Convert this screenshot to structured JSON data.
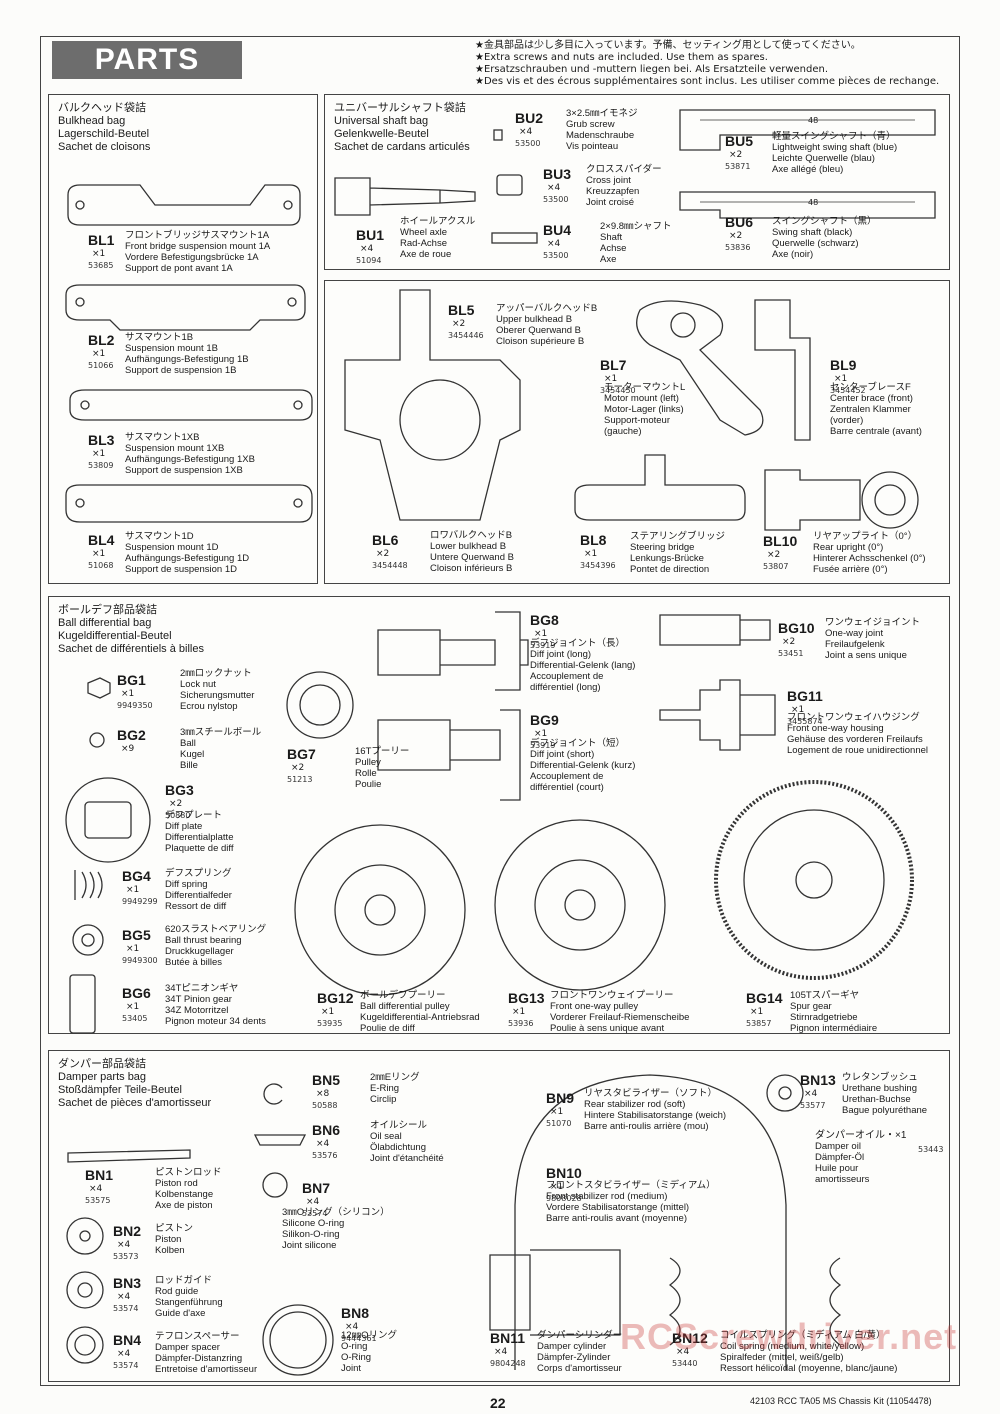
{
  "header": {
    "title": "PARTS",
    "notes": [
      "★金具部品は少し多目に入っています。予備、セッティング用として使ってください。",
      "★Extra screws and nuts are included. Use them as spares.",
      "★Ersatzschrauben und -muttern liegen bei. Als Ersatzteile verwenden.",
      "★Des vis et des écrous supplémentaires sont inclus. Les utiliser comme pièces de rechange."
    ]
  },
  "bulkhead_bag": [
    "バルクヘッド袋詰",
    "Bulkhead bag",
    "Lagerschild-Beutel",
    "Sachet de cloisons"
  ],
  "shaft_bag": [
    "ユニバーサルシャフト袋詰",
    "Universal shaft bag",
    "Gelenkwelle-Beutel",
    "Sachet de cardans articulés"
  ],
  "diff_bag": [
    "ボールデフ部品袋詰",
    "Ball differential bag",
    "Kugeldifferential-Beutel",
    "Sachet de différentiels à billes"
  ],
  "damper_bag": [
    "ダンパー部品袋詰",
    "Damper parts bag",
    "Stoßdämpfer Teile-Beutel",
    "Sachet de pièces d'amortisseur"
  ],
  "parts": [
    {
      "code": "BL1",
      "qty": "×1",
      "pn": "53685",
      "desc": [
        "フロントブリッジサスマウント1A",
        "Front bridge suspension mount 1A",
        "Vordere Befestigungsbrücke 1A",
        "Support de pont avant 1A"
      ]
    },
    {
      "code": "BL2",
      "qty": "×1",
      "pn": "51066",
      "desc": [
        "サスマウント1B",
        "Suspension mount 1B",
        "Aufhängungs-Befestigung 1B",
        "Support de suspension 1B"
      ]
    },
    {
      "code": "BL3",
      "qty": "×1",
      "pn": "53809",
      "desc": [
        "サスマウント1XB",
        "Suspension mount 1XB",
        "Aufhängungs-Befestigung 1XB",
        "Support de suspension 1XB"
      ]
    },
    {
      "code": "BL4",
      "qty": "×1",
      "pn": "51068",
      "desc": [
        "サスマウント1D",
        "Suspension mount 1D",
        "Aufhängungs-Befestigung 1D",
        "Support de suspension 1D"
      ]
    },
    {
      "code": "BL5",
      "qty": "×2",
      "pn": "3454446",
      "desc": [
        "アッパーバルクヘッドB",
        "Upper bulkhead B",
        "Oberer Querwand B",
        "Cloison supérieure B"
      ]
    },
    {
      "code": "BL6",
      "qty": "×2",
      "pn": "3454448",
      "desc": [
        "ロワバルクヘッドB",
        "Lower bulkhead B",
        "Untere Querwand B",
        "Cloison inférieurs B"
      ]
    },
    {
      "code": "BL7",
      "qty": "×1",
      "pn": "3454450",
      "desc": [
        "モーターマウントL",
        "Motor mount (left)",
        "Motor-Lager (links)",
        "Support-moteur",
        "(gauche)"
      ]
    },
    {
      "code": "BL8",
      "qty": "×1",
      "pn": "3454396",
      "desc": [
        "ステアリングブリッジ",
        "Steering bridge",
        "Lenkungs-Brücke",
        "Pontet de direction"
      ]
    },
    {
      "code": "BL9",
      "qty": "×1",
      "pn": "3454452",
      "desc": [
        "センターブレースF",
        "Center brace (front)",
        "Zentralen Klammer",
        "(vorder)",
        "Barre centrale (avant)"
      ]
    },
    {
      "code": "BL10",
      "qty": "×2",
      "pn": "53807",
      "desc": [
        "リヤアップライト（0°）",
        "Rear upright (0°)",
        "Hinterer Achsschenkel (0°)",
        "Fusée arrière (0°)"
      ]
    },
    {
      "code": "BU1",
      "qty": "×4",
      "pn": "51094",
      "desc": [
        "ホイールアクスル",
        "Wheel axle",
        "Rad-Achse",
        "Axe de roue"
      ]
    },
    {
      "code": "BU2",
      "qty": "×4",
      "pn": "53500",
      "desc": [
        "3×2.5㎜イモネジ",
        "Grub screw",
        "Madenschraube",
        "Vis pointeau"
      ]
    },
    {
      "code": "BU3",
      "qty": "×4",
      "pn": "53500",
      "desc": [
        "クロススパイダー",
        "Cross joint",
        "Kreuzzapfen",
        "Joint croisé"
      ]
    },
    {
      "code": "BU4",
      "qty": "×4",
      "pn": "53500",
      "desc": [
        "2×9.8㎜シャフト",
        "Shaft",
        "Achse",
        "Axe"
      ]
    },
    {
      "code": "BU5",
      "qty": "×2",
      "pn": "53871",
      "desc": [
        "軽量スイングシャフト（青）",
        "Lightweight swing shaft (blue)",
        "Leichte Querwelle (blau)",
        "Axe allégé (bleu)"
      ]
    },
    {
      "code": "BU6",
      "qty": "×2",
      "pn": "53836",
      "desc": [
        "スイングシャフト（黒）",
        "Swing shaft (black)",
        "Querwelle (schwarz)",
        "Axe (noir)"
      ]
    },
    {
      "code": "BG1",
      "qty": "×1",
      "pn": "9949350",
      "desc": [
        "2㎜ロックナット",
        "Lock nut",
        "Sicherungsmutter",
        "Ecrou nylstop"
      ]
    },
    {
      "code": "BG2",
      "qty": "×9",
      "pn": "",
      "desc": [
        "3㎜スチールボール",
        "Ball",
        "Kugel",
        "Bille"
      ]
    },
    {
      "code": "BG3",
      "qty": "×2",
      "pn": "50880",
      "desc": [
        "デフプレート",
        "Diff plate",
        "Differentialplatte",
        "Plaquette de diff"
      ]
    },
    {
      "code": "BG4",
      "qty": "×1",
      "pn": "9949299",
      "desc": [
        "デフスプリング",
        "Diff spring",
        "Differentialfeder",
        "Ressort de diff"
      ]
    },
    {
      "code": "BG5",
      "qty": "×1",
      "pn": "9949300",
      "desc": [
        "620スラストベアリング",
        "Ball thrust bearing",
        "Druckkugellager",
        "Butée à billes"
      ]
    },
    {
      "code": "BG6",
      "qty": "×1",
      "pn": "53405",
      "desc": [
        "34Tピニオンギヤ",
        "34T Pinion gear",
        "34Z Motorritzel",
        "Pignon moteur 34 dents"
      ]
    },
    {
      "code": "BG7",
      "qty": "×2",
      "pn": "51213",
      "desc": [
        "16Tプーリー",
        "Pulley",
        "Rolle",
        "Poulie"
      ]
    },
    {
      "code": "BG8",
      "qty": "×1",
      "pn": "53919",
      "desc": [
        "デフジョイント（長）",
        "Diff joint (long)",
        "Differential-Gelenk (lang)",
        "Accouplement de",
        "différentiel (long)"
      ]
    },
    {
      "code": "BG9",
      "qty": "×1",
      "pn": "53919",
      "desc": [
        "デフジョイント（短）",
        "Diff joint (short)",
        "Differential-Gelenk (kurz)",
        "Accouplement de",
        "différentiel (court)"
      ]
    },
    {
      "code": "BG10",
      "qty": "×2",
      "pn": "53451",
      "desc": [
        "ワンウェイジョイント",
        "One-way joint",
        "Freilaufgelenk",
        "Joint a sens unique"
      ]
    },
    {
      "code": "BG11",
      "qty": "×1",
      "pn": "3455874",
      "desc": [
        "フロントワンウェイハウジング",
        "Front one-way housing",
        "Gehäuse des vorderen Freilaufs",
        "Logement de roue unidirectionnel"
      ]
    },
    {
      "code": "BG12",
      "qty": "×1",
      "pn": "53935",
      "desc": [
        "ボールデフプーリー",
        "Ball differential pulley",
        "Kugeldifferential-Antriebsrad",
        "Poulie de diff"
      ]
    },
    {
      "code": "BG13",
      "qty": "×1",
      "pn": "53936",
      "desc": [
        "フロントワンウェイプーリー",
        "Front one-way pulley",
        "Vorderer Freilauf-Riemenscheibe",
        "Poulie à sens unique avant"
      ]
    },
    {
      "code": "BG14",
      "qty": "×1",
      "pn": "53857",
      "desc": [
        "105Tスパーギヤ",
        "Spur gear",
        "Stirnradgetriebe",
        "Pignon intermédiaire"
      ]
    },
    {
      "code": "BN1",
      "qty": "×4",
      "pn": "53575",
      "desc": [
        "ピストンロッド",
        "Piston rod",
        "Kolbenstange",
        "Axe de piston"
      ]
    },
    {
      "code": "BN2",
      "qty": "×4",
      "pn": "53573",
      "desc": [
        "ピストン",
        "Piston",
        "Kolben"
      ]
    },
    {
      "code": "BN3",
      "qty": "×4",
      "pn": "53574",
      "desc": [
        "ロッドガイド",
        "Rod guide",
        "Stangenführung",
        "Guide d'axe"
      ]
    },
    {
      "code": "BN4",
      "qty": "×4",
      "pn": "53574",
      "desc": [
        "テフロンスペーサー",
        "Damper spacer",
        "Dämpfer-Distanzring",
        "Entretoise d'amortisseur"
      ]
    },
    {
      "code": "BN5",
      "qty": "×8",
      "pn": "50588",
      "desc": [
        "2㎜Eリング",
        "E-Ring",
        "Circlip"
      ]
    },
    {
      "code": "BN6",
      "qty": "×4",
      "pn": "53576",
      "desc": [
        "オイルシール",
        "Oil seal",
        "Ölabdichtung",
        "Joint d'étanchéité"
      ]
    },
    {
      "code": "BN7",
      "qty": "×4",
      "pn": "53574",
      "desc": [
        "3㎜Oリング（シリコン）",
        "Silicone O-ring",
        "Silikon-O-ring",
        "Joint silicone"
      ]
    },
    {
      "code": "BN8",
      "qty": "×4",
      "pn": "9444361",
      "desc": [
        "12㎜Oリング",
        "O-ring",
        "O-Ring",
        "Joint"
      ]
    },
    {
      "code": "BN9",
      "qty": "×1",
      "pn": "51070",
      "desc": [
        "リヤスタビライザー（ソフト）",
        "Rear stabilizer rod (soft)",
        "Hintere Stabilisatorstange (weich)",
        "Barre anti-roulis arrière (mou)"
      ]
    },
    {
      "code": "BN10",
      "qty": "×1",
      "pn": "9808028",
      "desc": [
        "フロントスタビライザー（ミディアム）",
        "Front stabilizer rod (medium)",
        "Vordere Stabilisatorstange (mittel)",
        "Barre anti-roulis avant (moyenne)"
      ]
    },
    {
      "code": "BN11",
      "qty": "×4",
      "pn": "9804248",
      "desc": [
        "ダンパーシリンダー",
        "Damper cylinder",
        "Dämpfer-Zylinder",
        "Corps d'amortisseur"
      ]
    },
    {
      "code": "BN12",
      "qty": "×4",
      "pn": "53440",
      "desc": [
        "コイルスプリング（ミディアム 白/黄）",
        "Coil spring (medium, white/yellow)",
        "Spiralfeder (mittel, weiß/gelb)",
        "Ressort hélicoïdal (moyenne, blanc/jaune)"
      ]
    },
    {
      "code": "BN13",
      "qty": "×4",
      "pn": "53577",
      "desc": [
        "ウレタンブッシュ",
        "Urethane bushing",
        "Urethan-Buchse",
        "Bague polyuréthane"
      ]
    }
  ],
  "damper_oil": {
    "label": "ダンパーオイル・×1",
    "pn": "53443",
    "desc": [
      "Damper oil",
      "Dämpfer-Öl",
      "Huile pour",
      "amortisseurs"
    ]
  },
  "dims": {
    "bu5": "48",
    "bu6": "48"
  },
  "footer": {
    "page": "22",
    "text": "42103 RCC TA05 MS Chassis Kit (11054478)",
    "watermark": "RCScrewdriver.net"
  }
}
